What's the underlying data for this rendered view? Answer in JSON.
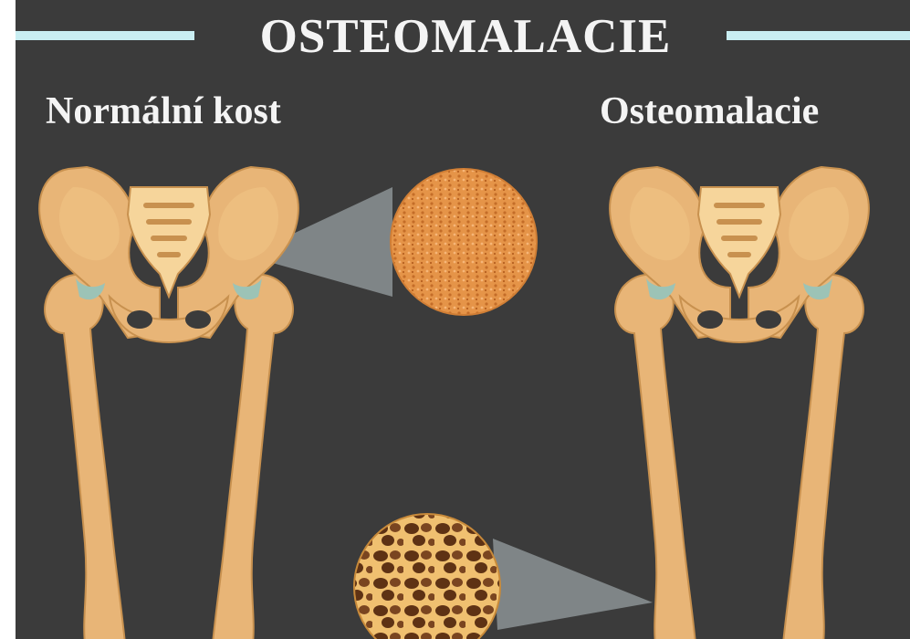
{
  "title": "OSTEOMALACIE",
  "labels": {
    "normal": "Normální kost",
    "osteomalacia": "Osteomalacie"
  },
  "colors": {
    "background": "#3b3b3b",
    "title_bar": "#c9eef2",
    "text": "#f4f4f4",
    "bone": "#e8b577",
    "bone_light": "#f6d59b",
    "bone_shadow": "#c8914f",
    "cartilage": "#9cc3b6",
    "dense_texture": "#e59448",
    "porous_pore": "#5e3214",
    "magnifier_beam": "#b8c2c6"
  },
  "icons": [
    "normal-skeleton",
    "osteomalacia-skeleton",
    "dense-bone-texture-circle",
    "porous-bone-texture-circle"
  ]
}
